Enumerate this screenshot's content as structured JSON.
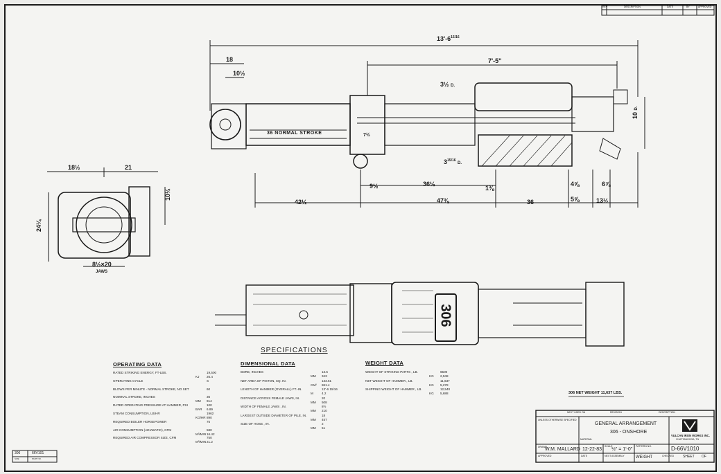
{
  "dimensions": {
    "overall_length": "13'-6",
    "overall_frac": "15/16",
    "top_18": "18",
    "top_10half": "10½",
    "top_7_5": "7'-5\"",
    "d_3half": "3½",
    "d_label": "D.",
    "d_3_15_16": "3",
    "d_frac_15_16": "15/16",
    "d_10": "10",
    "normal_stroke": "36 NORMAL STROKE",
    "stroke_7": "7½",
    "b_9half": "9½",
    "b_36half": "36½",
    "b_1_3_8": "1⅜",
    "b_4_5_8": "4⅝",
    "b_6_7_8": "6⅞",
    "b_42half": "42½",
    "b_47_3_8": "47⅜",
    "b_36": "36",
    "b_5_5_8": "5⅝",
    "b_13half": "13½",
    "side_18half": "18½",
    "side_21": "21",
    "side_10half": "10½",
    "side_24": "24¼",
    "jaw_size": "8½×20",
    "jaws": "JAWS"
  },
  "hammer_mark": "306",
  "specifications_title": "SPECIFICATIONS",
  "operating": {
    "title": "OPERATING DATA",
    "rows": [
      {
        "label": "RATED STRIKING ENERGY, FT-LBS.",
        "value": "19,500",
        "unit": "KJ",
        "value2": "26.4"
      },
      {
        "label": "OPERATING CYCLE",
        "value": "S",
        "unit": "",
        "value2": ""
      },
      {
        "label": "BLOWS PER MINUTE - NORMAL STROKE, NO SET",
        "value": "60",
        "unit": "",
        "value2": ""
      },
      {
        "label": "NOMINAL STROKE, INCHES",
        "value": "36",
        "unit": "MM",
        "value2": "914"
      },
      {
        "label": "RATED OPERATING PRESSURE AT HAMMER, PSI",
        "value": "100",
        "unit": "BAR",
        "value2": "6.89"
      },
      {
        "label": "STEAM CONSUMPTION, LB/HR",
        "value": "1962",
        "unit": "KG/HR",
        "value2": "890"
      },
      {
        "label": "REQUIRED BOILER HORSEPOWER",
        "value": "75",
        "unit": "",
        "value2": ""
      },
      {
        "label": "AIR CONSUMPTION (ADIABATIC), CFM",
        "value": "580",
        "unit": "M³/MIN",
        "value2": "16.42"
      },
      {
        "label": "REQUIRED AIR COMPRESSOR SIZE, CFM",
        "value": "750",
        "unit": "M³/MIN",
        "value2": "21.2"
      }
    ]
  },
  "dimensional": {
    "title": "DIMENSIONAL DATA",
    "rows": [
      {
        "label": "BORE, INCHES",
        "value": "13.5",
        "unit": "MM",
        "value2": "343"
      },
      {
        "label": "NET AREA OF PISTON, SQ. IN.",
        "value": "133.51",
        "unit": "CM²",
        "value2": "861.4"
      },
      {
        "label": "LENGTH OF HAMMER (OVERALL) FT.-IN.",
        "value": "13'-6 15/16",
        "unit": "M",
        "value2": "4.2"
      },
      {
        "label": "DISTANCE ACROSS FEMALE JAWS, IN.",
        "value": "20",
        "unit": "MM",
        "value2": "508"
      },
      {
        "label": "WIDTH OF FEMALE JAWS , IN.",
        "value": "8½",
        "unit": "MM",
        "value2": "210"
      },
      {
        "label": "LARGEST OUTSIDE DIAMETER OF PILE, IN.",
        "value": "18",
        "unit": "MM",
        "value2": "457"
      },
      {
        "label": "SIZE OF HOSE , IN.",
        "value": "2",
        "unit": "MM",
        "value2": "51"
      }
    ]
  },
  "weight": {
    "title": "WEIGHT DATA",
    "rows": [
      {
        "label": "WEIGHT OF STRIKING PARTS , LB.",
        "value": "6500",
        "unit": "KG",
        "value2": "2,948"
      },
      {
        "label": "NET WEIGHT OF HAMMER , LB.",
        "value": "11,637",
        "unit": "KG",
        "value2": "5,278"
      },
      {
        "label": "SHIPPING WEIGHT OF HAMMER , LB.",
        "value": "12,540",
        "unit": "KG",
        "value2": "5,688"
      }
    ]
  },
  "net_weight_note": "306 NET WEIGHT 11,637 LBS.",
  "title_block": {
    "title_line1": "GENERAL ARRANGEMENT",
    "title_line2": "306 - ONSHORE",
    "company_line1": "VULCAN IRON WORKS INC.",
    "company_line2": "CHATTANOOGA, TN",
    "drawn_label": "DRAWN",
    "drawn_by": "W.M. MALLARD",
    "date": "12-22-83",
    "scale_label": "SCALE",
    "scale": "½\" = 1'-0\"",
    "weight_label": "WEIGHT",
    "drawing_no": "D-66V1010",
    "sheet_label": "SHEET",
    "of_label": "OF",
    "approved_label": "APPROVED",
    "material_label": "MATERIAL",
    "checked_label": "CHECKED",
    "date_label": "DATE",
    "next_assy_label": "NEXT ASSEMBLY",
    "pattern_label": "PATTERN NO.",
    "next_used_label": "NEXT USED ON",
    "rev_label": "REVISION",
    "desc_label": "DESCRIPTION",
    "notes": "UNLESS OTHERWISE SPECIFIED"
  },
  "corner_labels": {
    "model": "306",
    "code": "66V101",
    "sub1": "SIZE",
    "sub2": "PART NO."
  },
  "revision_header": {
    "rev": "REV",
    "description": "DESCRIPTION",
    "date": "DATE",
    "by": "BY",
    "approved": "APPROVED"
  }
}
